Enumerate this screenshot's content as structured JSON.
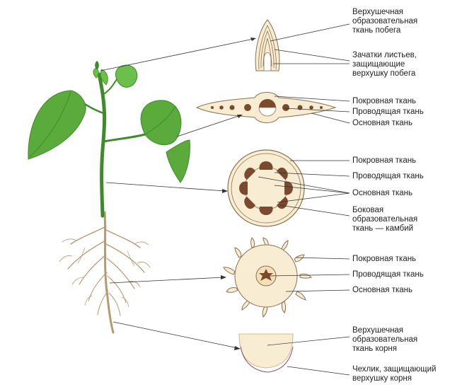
{
  "labels": {
    "shoot_apex_meristem": "Верхушечная\nобразовательная\nткань побега",
    "leaf_primordia": "Зачатки листьев,\nзащищающие\nверхушку побега",
    "leaf_epidermis": "Покровная ткань",
    "leaf_vascular": "Проводящая ткань",
    "leaf_ground": "Основная ткань",
    "stem_epidermis": "Покровная ткань",
    "stem_vascular": "Проводящая ткань",
    "stem_ground": "Основная ткань",
    "stem_cambium": "Боковая\nобразовательная\nткань — камбий",
    "root_epidermis": "Покровная ткань",
    "root_vascular": "Проводящая ткань",
    "root_ground": "Основная ткань",
    "root_apex_meristem": "Верхушечная\nобразовательная\nткань корня",
    "root_cap": "Чехлик, защищающий\nверхушку корня"
  },
  "colors": {
    "ground_tissue": "#f8ecd3",
    "vascular_tissue": "#7a4a2e",
    "outline": "#8a7250",
    "leaf_green": "#5aab3c",
    "leaf_dark": "#3f8a2a",
    "root": "#b59a70",
    "pointer": "#333333"
  }
}
